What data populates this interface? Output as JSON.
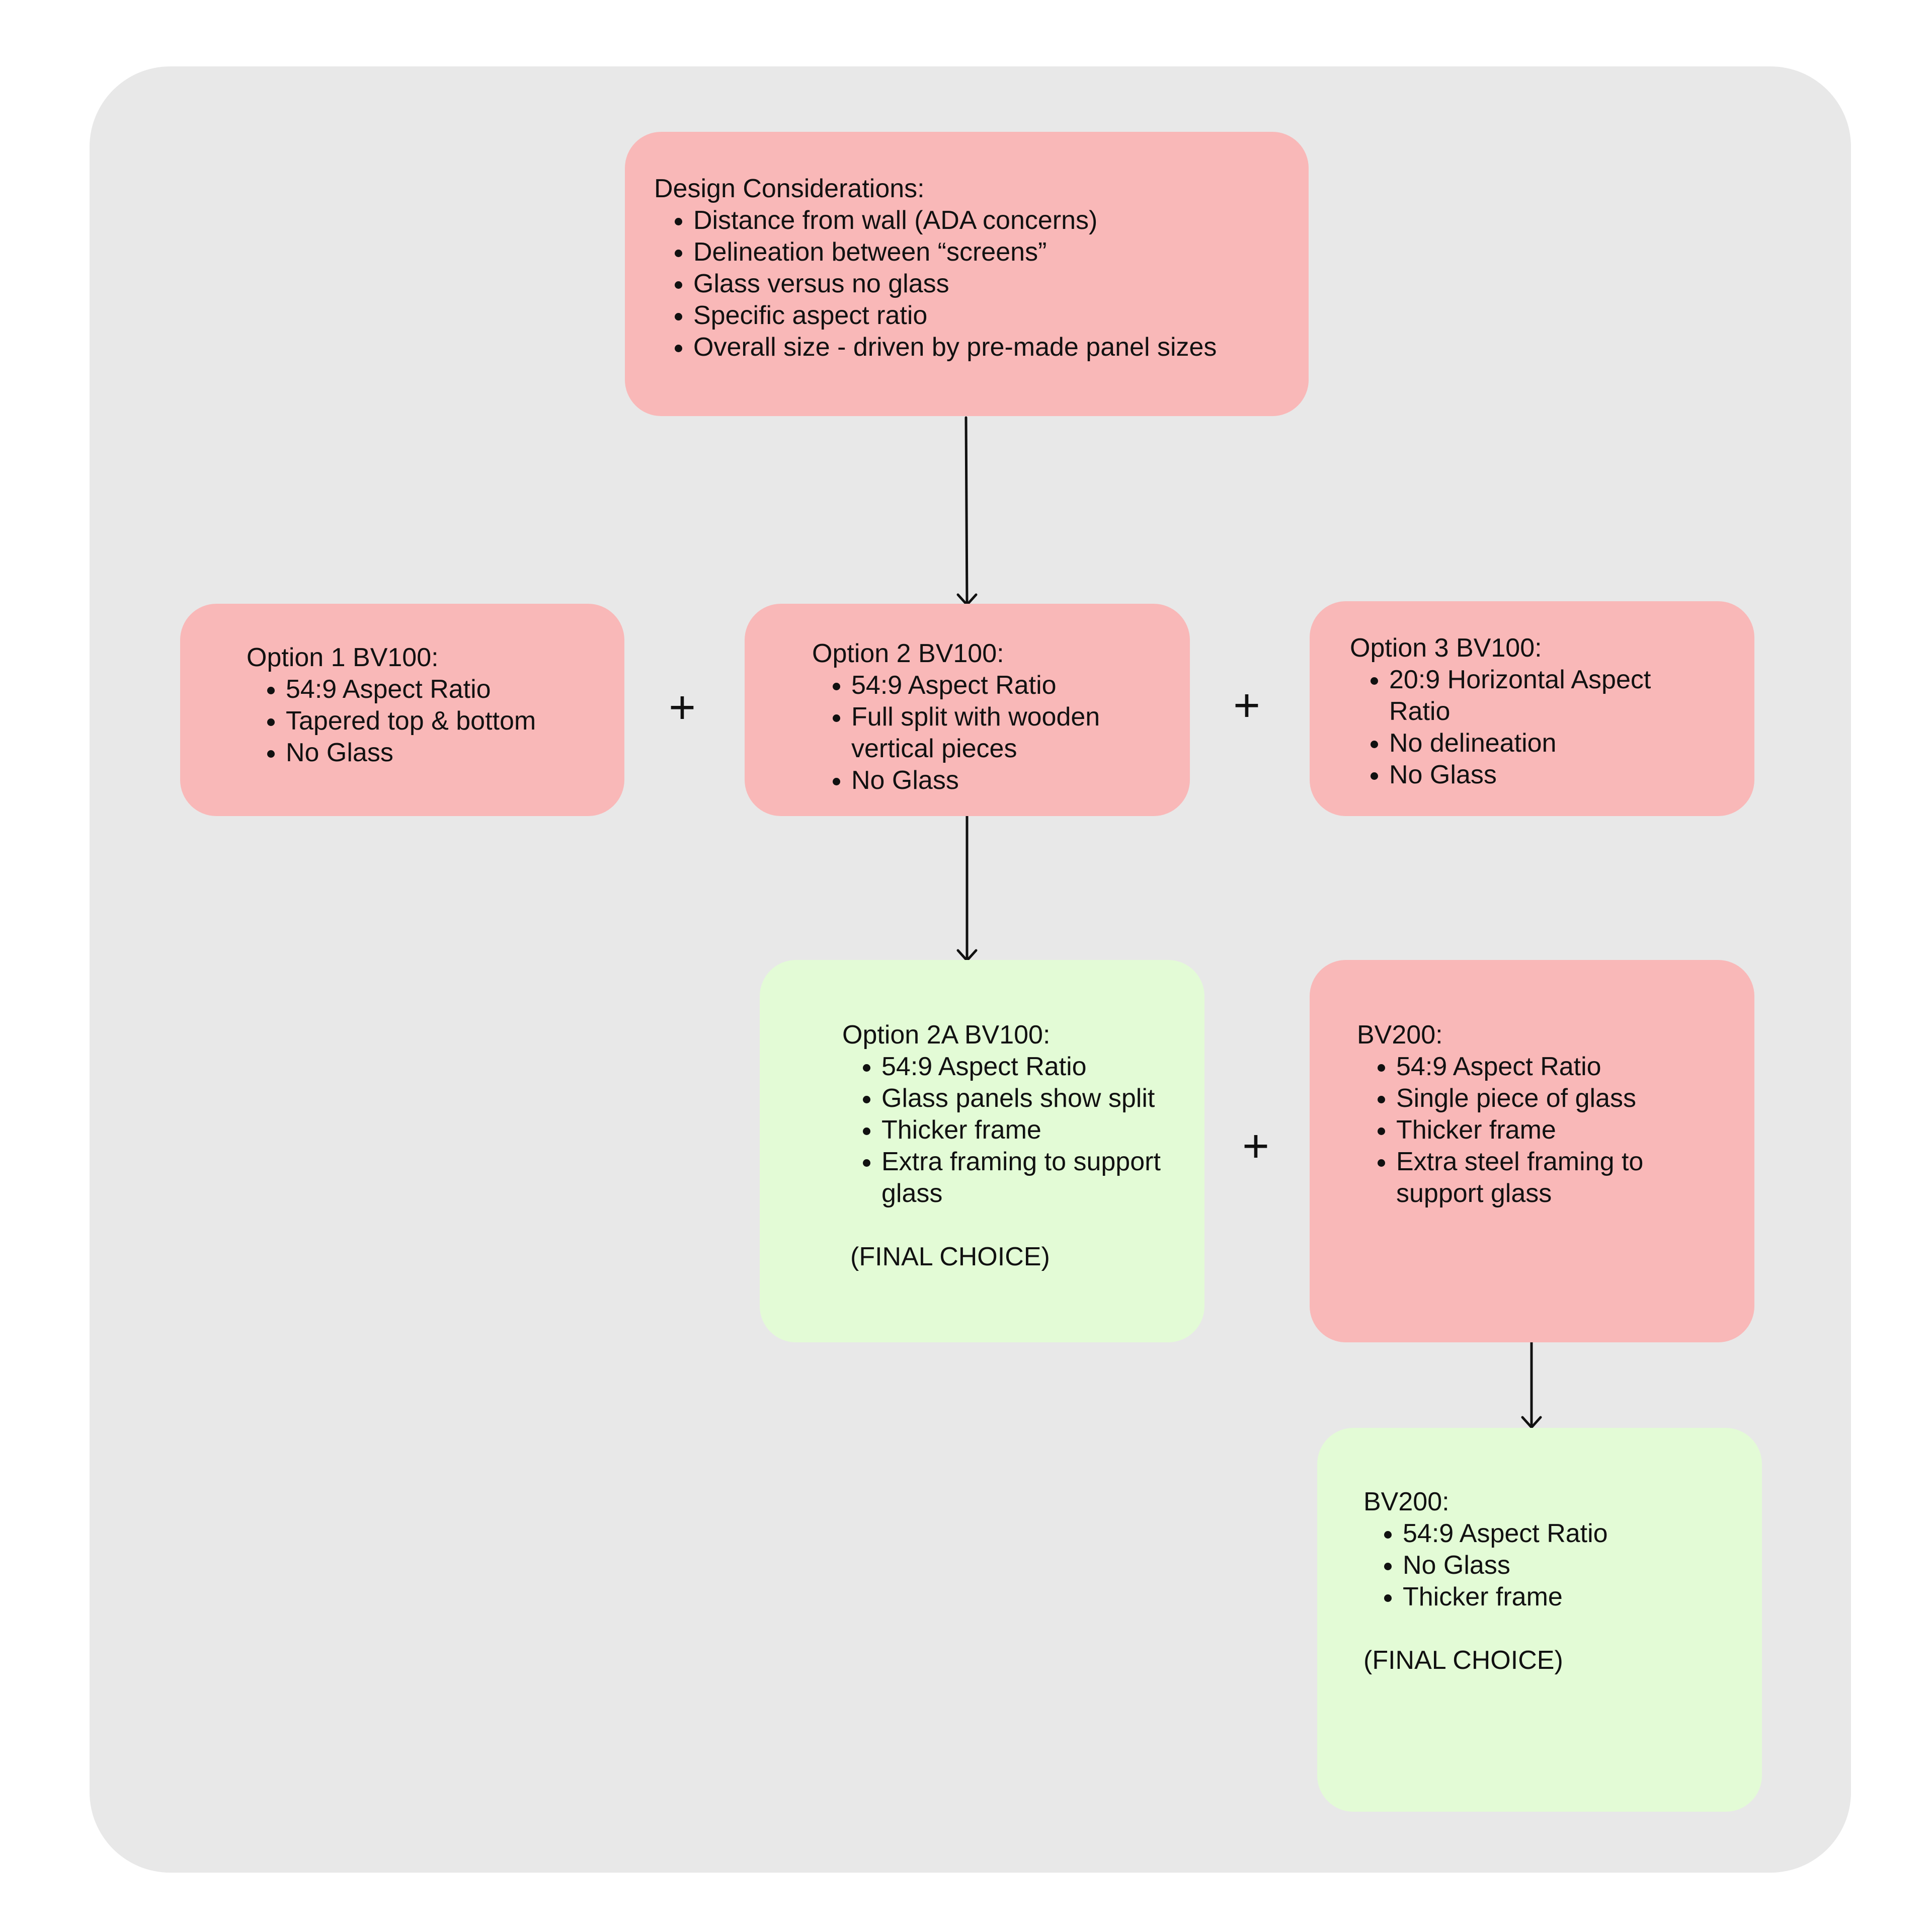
{
  "colors": {
    "board": "#e8e8e8",
    "pink_node": "#f9b8b8",
    "green_node": "#e3fbd6",
    "ink": "#111111"
  },
  "nodes": {
    "design": {
      "title": "Design Considerations:",
      "items": [
        "Distance from wall (ADA concerns)",
        "Delineation between “screens”",
        "Glass versus no glass",
        "Specific aspect ratio",
        "Overall size - driven by pre-made panel sizes"
      ]
    },
    "option1": {
      "title": "Option 1 BV100:",
      "items": [
        "54:9 Aspect Ratio",
        "Tapered top & bottom",
        "No Glass"
      ]
    },
    "option2": {
      "title": "Option 2 BV100:",
      "items": [
        "54:9 Aspect Ratio",
        "Full split with wooden vertical pieces",
        "No Glass"
      ]
    },
    "option3": {
      "title": "Option 3 BV100:",
      "items": [
        "20:9 Horizontal Aspect Ratio",
        "No delineation",
        "No Glass"
      ]
    },
    "option2a": {
      "title": "Option 2A BV100:",
      "items": [
        "54:9 Aspect Ratio",
        "Glass panels show split",
        "Thicker frame",
        "Extra framing to support glass"
      ],
      "note": "(FINAL CHOICE)"
    },
    "bv200_glass": {
      "title": "BV200:",
      "items": [
        "54:9 Aspect Ratio",
        "Single piece of glass",
        "Thicker frame",
        "Extra steel framing to support glass"
      ]
    },
    "bv200_final": {
      "title": "BV200:",
      "items": [
        "54:9 Aspect Ratio",
        "No Glass",
        "Thicker frame"
      ],
      "note": "(FINAL CHOICE)"
    }
  },
  "connectors": {
    "plus": "+"
  }
}
